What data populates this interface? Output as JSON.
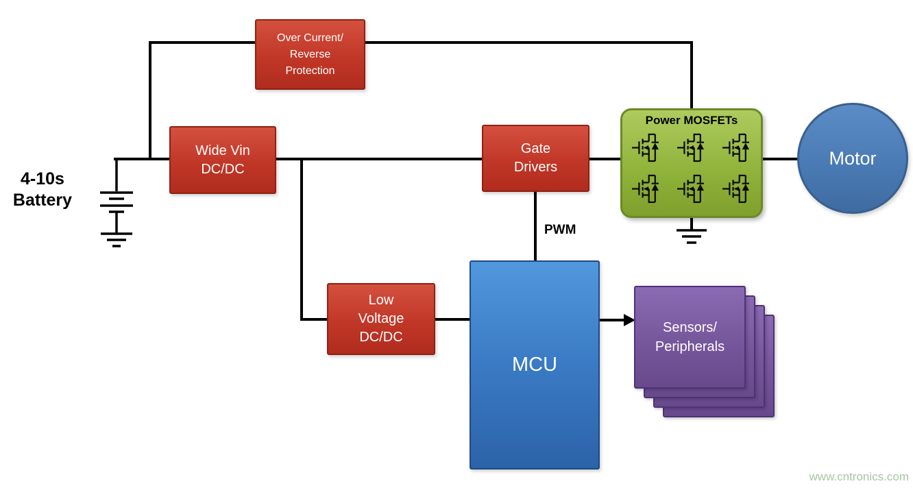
{
  "battery_label": {
    "line1": "4-10s",
    "line2": "Battery"
  },
  "signals": {
    "pwm": "PWM"
  },
  "blocks": {
    "protection": {
      "line1": "Over Current/",
      "line2": "Reverse",
      "line3": "Protection"
    },
    "wide_vin": {
      "line1": "Wide Vin",
      "line2": "DC/DC"
    },
    "gate_drivers": {
      "line1": "Gate",
      "line2": "Drivers"
    },
    "low_voltage": {
      "line1": "Low",
      "line2": "Voltage",
      "line3": "DC/DC"
    },
    "mcu": {
      "label": "MCU"
    },
    "power_mosfets": {
      "title": "Power MOSFETs",
      "transistor_count": 6
    },
    "motor": {
      "label": "Motor"
    },
    "sensors": {
      "line1": "Sensors/",
      "line2": "Peripherals",
      "stack_count": 4
    }
  },
  "watermark": "www.cntronics.com",
  "icons": {
    "battery_icon": "multi-cell battery symbol",
    "ground_icon": "earth ground symbol",
    "mosfet_icon": "n-channel MOSFET with body diode",
    "arrow_icon": "solid right arrowhead"
  },
  "colors": {
    "block_red": "#c13727",
    "mcu_blue": "#3a7ac4",
    "mosfet_green": "#8fb23a",
    "sensor_purple": "#755599",
    "motor_blue": "#4a7bb4",
    "wire": "#000000",
    "watermark": "#a7c6a2",
    "background": "#ffffff"
  }
}
